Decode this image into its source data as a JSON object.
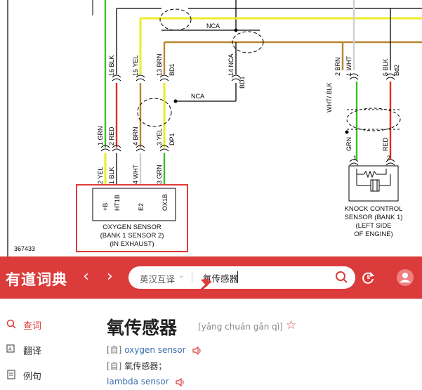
{
  "diagram": {
    "ref_number": "367433",
    "wire_labels": {
      "nca_top": "NCA",
      "nca_mid": "NCA",
      "w16": "16 BLK",
      "w15": "15 YEL",
      "w13": "13 BRN",
      "bd1_a": "BD1",
      "w14": "14 NCA",
      "bd1_b": "BD1",
      "g1": "1 GRN",
      "g2": "2 RED",
      "g4": "4 BRN",
      "g3": "3 YEL",
      "dp1": "DP1",
      "c2": "2 YEL",
      "c1": "1 BLK",
      "c4": "4 WHT",
      "c3": "3 GRN",
      "k2": "2 BRN",
      "k1": "1 WHT",
      "k5": "5 BLK",
      "bd2": "Bd2",
      "wht_blk": "WHT/ BLK",
      "kgrn": "GRN",
      "kred": "RED",
      "k1b": "1",
      "k2b": "2"
    },
    "pins": [
      "+B",
      "HT1B",
      "E2",
      "OX1B"
    ],
    "oxygen_sensor": {
      "line1": "OXYGEN SENSOR",
      "line2": "(BANK 1 SENSOR 2)",
      "line3": "(IN EXHAUST)"
    },
    "knock_sensor": {
      "line1": "KNOCK CONTROL",
      "line2": "SENSOR (BANK 1)",
      "line3": "(LEFT SIDE",
      "line4": "OF ENGINE)"
    },
    "colors": {
      "green": "#3cbf27",
      "red": "#e0301e",
      "yellow": "#ecec2a",
      "brown": "#b8862f",
      "highlight": "#e03a3a"
    }
  },
  "header": {
    "logo": "有道词典",
    "back_icon": "chevron-left-icon",
    "forward_icon": "chevron-right-icon",
    "lang_select": "英汉互译",
    "query": "氧传感器",
    "accent_color": "#dc3b3b"
  },
  "sidebar": {
    "items": [
      {
        "label": "查词",
        "icon": "search-icon",
        "active": true
      },
      {
        "label": "翻译",
        "icon": "translate-icon"
      },
      {
        "label": "例句",
        "icon": "document-icon"
      }
    ]
  },
  "result": {
    "word": "氧传感器",
    "phonetic": "[yǎng chuán gǎn qì]",
    "entries": [
      {
        "tag": "[自]",
        "text": "oxygen sensor"
      },
      {
        "tag": "[自]",
        "text": "氧传感器；"
      },
      {
        "tag": "",
        "text": "lambda sensor"
      }
    ]
  }
}
